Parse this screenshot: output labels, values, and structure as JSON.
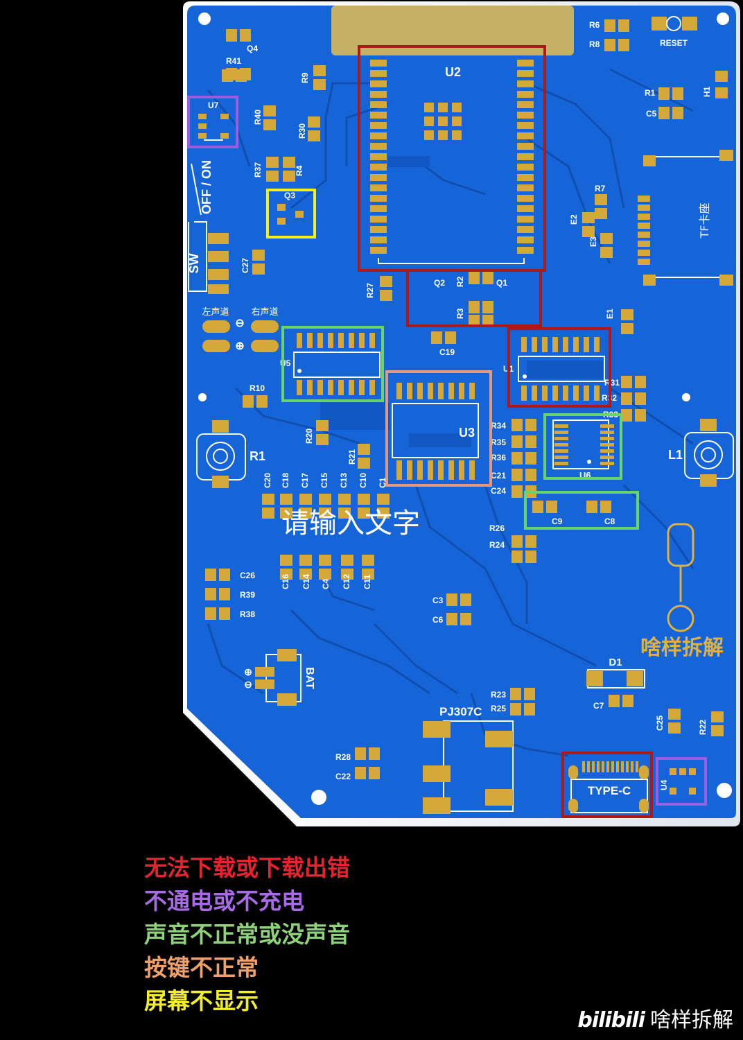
{
  "board": {
    "colors": {
      "pcb": "#1565d8",
      "copper": "#1a5fcf",
      "pad": "#d4a93a",
      "silk": "#ffffff",
      "background": "#000000"
    },
    "silkscreen": {
      "u2": "U2",
      "u3": "U3",
      "u6": "U6",
      "u7": "U7",
      "u4": "U4",
      "u1": "U1",
      "u5": "U5",
      "q1": "Q1",
      "q2": "Q2",
      "q3": "Q3",
      "q4": "Q4",
      "reset": "RESET",
      "h1": "H1",
      "tf": "TF卡座",
      "off_on": "OFF / ON",
      "sw": "SW",
      "left_ch": "左声道",
      "right_ch": "右声道",
      "r1": "R1",
      "l1": "L1",
      "bat": "BAT",
      "pj307c": "PJ307C",
      "type_c": "TYPE-C",
      "d1": "D1",
      "e1": "E1",
      "e2": "E2",
      "e3": "E3",
      "placeholder": "请输入文字",
      "watermark": "啥样拆解",
      "r6": "R6",
      "r8": "R8",
      "r1b": "R1",
      "c5": "C5",
      "r7": "R7",
      "r9": "R9",
      "r41": "R41",
      "r40": "R40",
      "r30": "R30",
      "r37": "R37",
      "r4": "R4",
      "c27": "C27",
      "r27": "R27",
      "r2": "R2",
      "r3": "R3",
      "c19": "C19",
      "r10": "R10",
      "r20": "R20",
      "r21": "R21",
      "r31": "R31",
      "r32": "R32",
      "r33": "R33",
      "r34": "R34",
      "r35": "R35",
      "r36": "R36",
      "c21": "C21",
      "c24": "C24",
      "c9": "C9",
      "c8": "C8",
      "r26": "R26",
      "r24": "R24",
      "c20": "C20",
      "c18": "C18",
      "c17": "C17",
      "c15": "C15",
      "c13": "C13",
      "c10": "C10",
      "c1": "C1",
      "c16": "C16",
      "c14": "C14",
      "c4": "C4",
      "c12": "C12",
      "c11": "C11",
      "c26": "C26",
      "r39": "R39",
      "r38": "R38",
      "c3": "C3",
      "c6": "C6",
      "r23": "R23",
      "r25": "R25",
      "c7": "C7",
      "c25": "C25",
      "r22": "R22",
      "r28": "R28",
      "c22": "C22"
    },
    "highlight_colors": {
      "download": "#b01818",
      "power": "#9a5fe0",
      "audio": "#69d46a",
      "buttons": "#e8987a",
      "screen": "#f2ee22"
    }
  },
  "legend": [
    {
      "text": "无法下载或下载出错",
      "color": "#e8232e"
    },
    {
      "text": "不通电或不充电",
      "color": "#a96ae8"
    },
    {
      "text": "声音不正常或没声音",
      "color": "#8ed27a"
    },
    {
      "text": "按键不正常",
      "color": "#f0a06a"
    },
    {
      "text": "屏幕不显示",
      "color": "#f4ee2a"
    }
  ],
  "brand": {
    "logo": "bilibili",
    "name": "啥样拆解"
  }
}
